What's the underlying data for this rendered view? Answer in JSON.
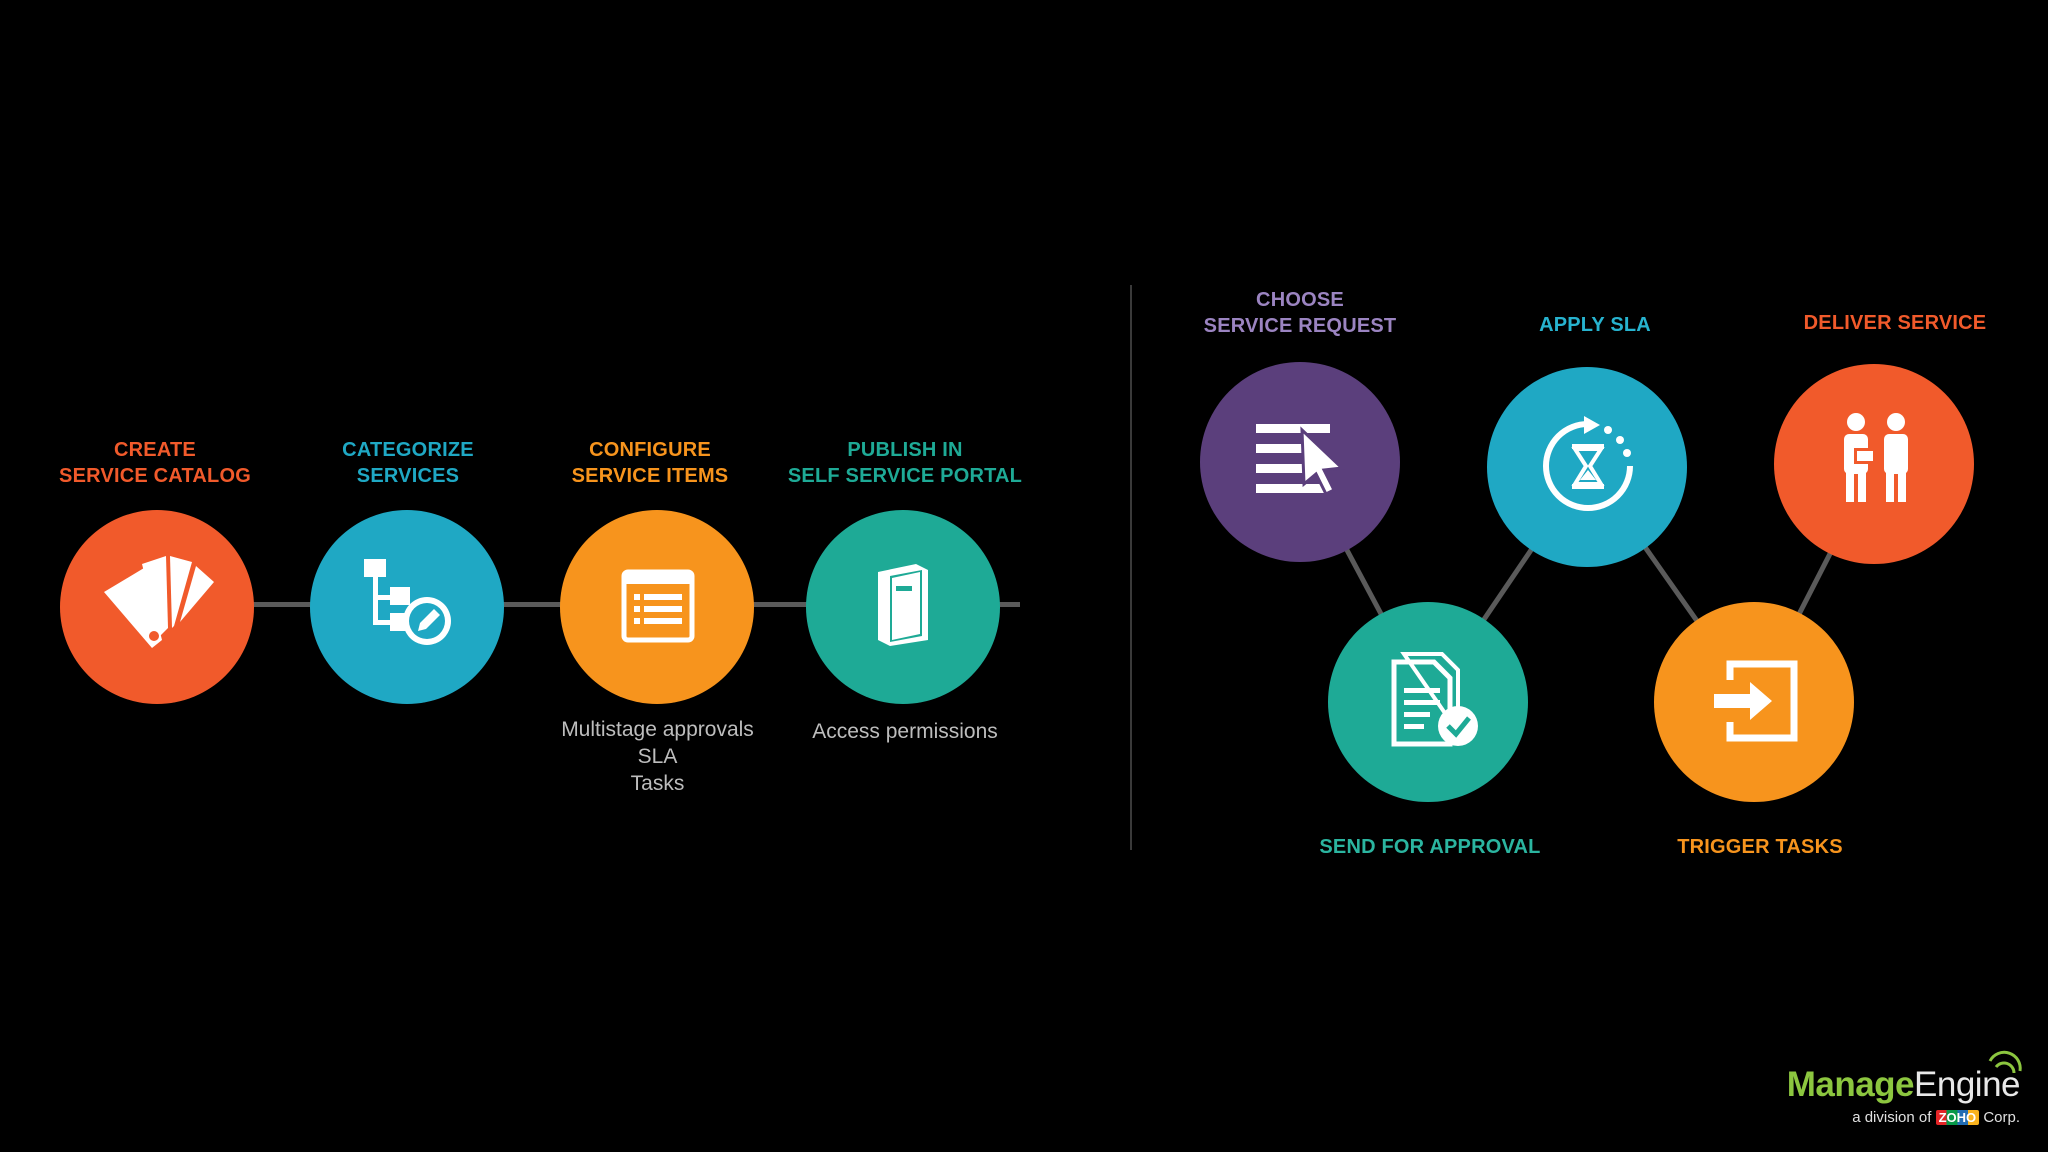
{
  "left_flow": {
    "steps": [
      {
        "label_lines": [
          "CREATE",
          "SERVICE CATALOG"
        ],
        "color": "#f15a2b",
        "icon": "catalog-fan-icon",
        "sub_lines": []
      },
      {
        "label_lines": [
          "CATEGORIZE",
          "SERVICES"
        ],
        "color": "#1fa8c4",
        "icon": "category-tree-icon",
        "sub_lines": []
      },
      {
        "label_lines": [
          "CONFIGURE",
          "SERVICE ITEMS"
        ],
        "color": "#f7941d",
        "icon": "form-list-icon",
        "sub_lines": [
          "Multistage approvals",
          "SLA",
          "Tasks"
        ]
      },
      {
        "label_lines": [
          "PUBLISH IN",
          "SELF SERVICE PORTAL"
        ],
        "color": "#1eaa96",
        "icon": "book-icon",
        "sub_lines": [
          "Access permissions"
        ]
      }
    ]
  },
  "right_flow": {
    "steps": [
      {
        "label_lines": [
          "CHOOSE",
          "SERVICE REQUEST"
        ],
        "color": "#5b3f7c",
        "label_color": "#9b84c1",
        "icon": "menu-cursor-icon"
      },
      {
        "label_lines": [
          "SEND FOR APPROVAL"
        ],
        "color": "#1eaa96",
        "label_color": "#2bb5a0",
        "icon": "document-check-icon"
      },
      {
        "label_lines": [
          "APPLY SLA"
        ],
        "color": "#1fa8c4",
        "label_color": "#27b3cf",
        "icon": "hourglass-timer-icon"
      },
      {
        "label_lines": [
          "TRIGGER TASKS"
        ],
        "color": "#f7941d",
        "label_color": "#f7941d",
        "icon": "enter-arrow-icon"
      },
      {
        "label_lines": [
          "DELIVER SERVICE"
        ],
        "color": "#f15a2b",
        "label_color": "#f15a2b",
        "icon": "handover-people-icon"
      }
    ]
  },
  "brand": {
    "name_green": "Manage",
    "name_rest": "Engine",
    "division_prefix": "a division of",
    "division_logo": "ZOHO",
    "division_suffix": "Corp."
  },
  "colors": {
    "background": "#000000",
    "connector": "#5a5a5a",
    "icon_fill": "#ffffff"
  }
}
